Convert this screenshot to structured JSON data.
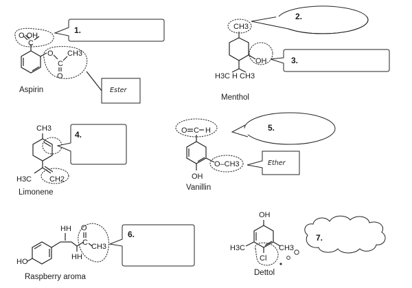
{
  "aspirin": {
    "name": "Aspirin",
    "label_oh": "O  OH",
    "label_c": "C",
    "label_o_ester": "O",
    "label_ch3": "CH3",
    "label_c2": "C",
    "label_o2": "O",
    "callout_number": "1.",
    "ester_note": "Ester"
  },
  "menthol": {
    "name": "Menthol",
    "label_ch3_top": "CH3",
    "label_oh": "OH",
    "label_bottom": "H3C  H  CH3",
    "callout_2": "2.",
    "callout_3": "3."
  },
  "limonene": {
    "name": "Limonene",
    "label_ch3": "CH3",
    "label_h3c": "H3C",
    "label_ch2": "CH2",
    "callout_number": "4."
  },
  "vanillin": {
    "name": "Vanillin",
    "label_o": "O",
    "label_c": "C",
    "label_h": "H",
    "label_och3": "O–CH3",
    "label_oh": "OH",
    "callout_number": "5.",
    "ether_note": "Ether"
  },
  "raspberry": {
    "name": "Raspberry aroma",
    "label_ho": "HO",
    "label_hh_top": "HH",
    "label_hh_bottom": "HH",
    "label_c": "C",
    "label_o": "O",
    "label_ch3": "CH3",
    "callout_number": "6."
  },
  "dettol": {
    "name": "Dettol",
    "label_oh": "OH",
    "label_h3c": "H3C",
    "label_ch3": "CH3",
    "label_cl": "Cl",
    "callout_number": "7."
  }
}
